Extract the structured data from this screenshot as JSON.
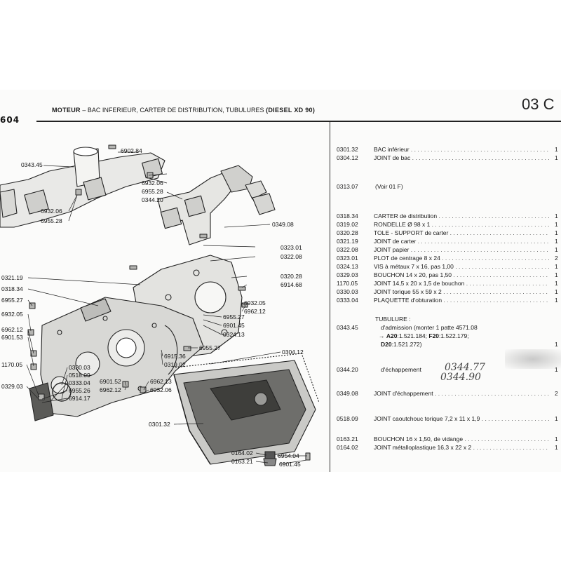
{
  "header": {
    "brand": "604",
    "title_bold": "MOTEUR",
    "title_dash": "–",
    "title_text": "BAC INFERIEUR, CARTER DE DISTRIBUTION, TUBULURES",
    "title_suffix": "(DIESEL XD 90)",
    "section_code": "03 C"
  },
  "diagram_labels": {
    "l6902_84": "6902.84",
    "l0343_45": "0343.45",
    "l6932_06a": "6932.06",
    "l6955_28a": "6955.28",
    "l0344_20": "0344.20",
    "l0349_08": "0349.08",
    "l6932_06b": "6932.06",
    "l6955_28b": "6955.28",
    "l0323_01": "0323.01",
    "l0322_08": "0322.08",
    "l0321_19": "0321.19",
    "l0320_28": "0320.28",
    "l0318_34": "0318.34",
    "l6914_68": "6914.68",
    "l6955_27a": "6955.27",
    "l6932_05a": "6932.05",
    "l6932_05b": "6932.05",
    "l6962_12a": "6962.12",
    "l6955_27b": "6955.27",
    "l6901_45a": "6901.45",
    "l0324_13": "0324.13",
    "l6962_12b": "6962.12",
    "l6901_53": "6901.53",
    "l6955_27c": "6955.27",
    "l0304_12": "0304.12",
    "l6915_36": "6915.36",
    "l0319_02": "0319.02",
    "l1170_05": "1170.05",
    "l0330_03": "0330.03",
    "l0518_09": "0518.09",
    "l0333_04": "0333.04",
    "l6955_26": "6955.26",
    "l6914_17": "6914.17",
    "l0329_03": "0329.03",
    "l6901_52": "6901.52",
    "l6962_12c": "6962.12",
    "l6962_13": "6962.13",
    "l6932_06c": "6932.06",
    "l0301_32": "0301.32",
    "l0164_02": "0164.02",
    "l0163_21": "0163.21",
    "l6954_04": "6954.04",
    "l6901_45b": "6901.45"
  },
  "parts_list": {
    "rows": [
      {
        "ref": "0301.32",
        "desc": "BAC inférieur",
        "qty": "1"
      },
      {
        "ref": "0304.12",
        "desc": "JOINT de bac",
        "qty": "1"
      },
      {
        "ref": "0313.07",
        "desc": "(Voir 01 F)",
        "qty": ""
      },
      {
        "ref": "0318.34",
        "desc": "CARTER de distribution",
        "qty": "1"
      },
      {
        "ref": "0319.02",
        "desc": "RONDELLE Ø 98 x 1",
        "qty": "1"
      },
      {
        "ref": "0320.28",
        "desc": "TOLE - SUPPORT de carter",
        "qty": "1"
      },
      {
        "ref": "0321.19",
        "desc": "JOINT de carter",
        "qty": "1"
      },
      {
        "ref": "0322.08",
        "desc": " JOINT papier",
        "qty": "1"
      },
      {
        "ref": "0323.01",
        "desc": "PLOT de centrage 8 x 24",
        "qty": "2"
      },
      {
        "ref": "0324.13",
        "desc": "VIS à métaux 7 x 16, pas 1,00",
        "qty": "1"
      },
      {
        "ref": "0329.03",
        "desc": "BOUCHON 14 x 20, pas 1,50",
        "qty": "1"
      },
      {
        "ref": "1170.05",
        "desc": "JOINT 14,5 x 20 x 1,5 de bouchon",
        "qty": "1"
      },
      {
        "ref": "0330.03",
        "desc": "JOINT torique 55 x 59 x 2",
        "qty": "1"
      },
      {
        "ref": "0333.04",
        "desc": "PLAQUETTE d'obturation",
        "qty": "1"
      },
      {
        "ref": "0349.08",
        "desc": "JOINT d'échappement",
        "qty": "2"
      },
      {
        "ref": "0518.09",
        "desc": "JOINT caoutchouc torique 7,2 x 11 x 1,9",
        "qty": "1"
      },
      {
        "ref": "0163.21",
        "desc": "BOUCHON 16 x 1,50, de vidange",
        "qty": "1"
      },
      {
        "ref": "0164.02",
        "desc": "JOINT métalloplastique 16,3 x 22 x 2",
        "qty": "1"
      }
    ],
    "tubulure": {
      "heading": "TUBULURE :",
      "admission_ref": "0343.45",
      "admission_desc": "d'admission (monter 1 patte 4571.08",
      "admission_arrow": "→",
      "admission_a20": "A20",
      "admission_a20_val": ":1.521.184;",
      "admission_f20": "F20",
      "admission_f20_val": ":1.522.179;",
      "admission_d20": "D20",
      "admission_d20_val": ":1.521.272)",
      "admission_qty": "1",
      "echappement_ref": "0344.20",
      "echappement_desc": "d'échappement",
      "echappement_qty": "1",
      "handwritten_1": "0344.77",
      "handwritten_2": "0344.90"
    }
  }
}
